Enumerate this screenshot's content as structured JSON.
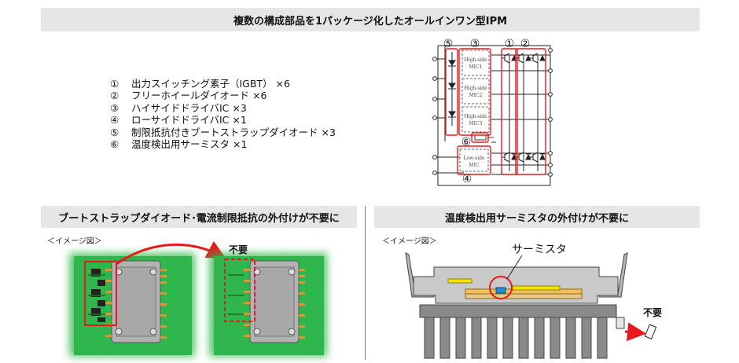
{
  "header": {
    "title": "複数の構成部品を1パッケージ化したオールインワン型IPM"
  },
  "legend": {
    "items": [
      {
        "num": "①",
        "text": "出力スイッチング素子（IGBT） ×6"
      },
      {
        "num": "②",
        "text": "フリーホイールダイオード ×6"
      },
      {
        "num": "③",
        "text": "ハイサイドドライバIC ×3"
      },
      {
        "num": "④",
        "text": "ローサイドドライバIC ×1"
      },
      {
        "num": "⑤",
        "text": "制限抵抗付きブートストラップダイオード ×3"
      },
      {
        "num": "⑥",
        "text": "温度検出用サーミスタ ×1"
      }
    ]
  },
  "schematic": {
    "callouts": {
      "c5": "⑤",
      "c3": "③",
      "c1": "①",
      "c2": "②",
      "c6": "⑥",
      "c4": "④"
    },
    "hvic_labels": [
      {
        "line1": "High-side",
        "line2": "MIC1"
      },
      {
        "line1": "High-side",
        "line2": "MIC2"
      },
      {
        "line1": "High-side",
        "line2": "MIC3"
      }
    ],
    "lvic_label": {
      "line1": "Low-side",
      "line2": "MIC"
    }
  },
  "left_section": {
    "title": "ブートストラップダイオード･電流制限抵抗の外付けが不要に",
    "image_note": "＜イメージ図＞",
    "unneeded_label": "不要"
  },
  "right_section": {
    "title": "温度検出用サーミスタの外付けが不要に",
    "image_note": "＜イメージ図＞",
    "thermistor_label": "サーミスタ",
    "unneeded_label": "不要"
  },
  "colors": {
    "red": "#e8191c",
    "green": "#2db84a",
    "gray_band": "#e6e6e6"
  }
}
